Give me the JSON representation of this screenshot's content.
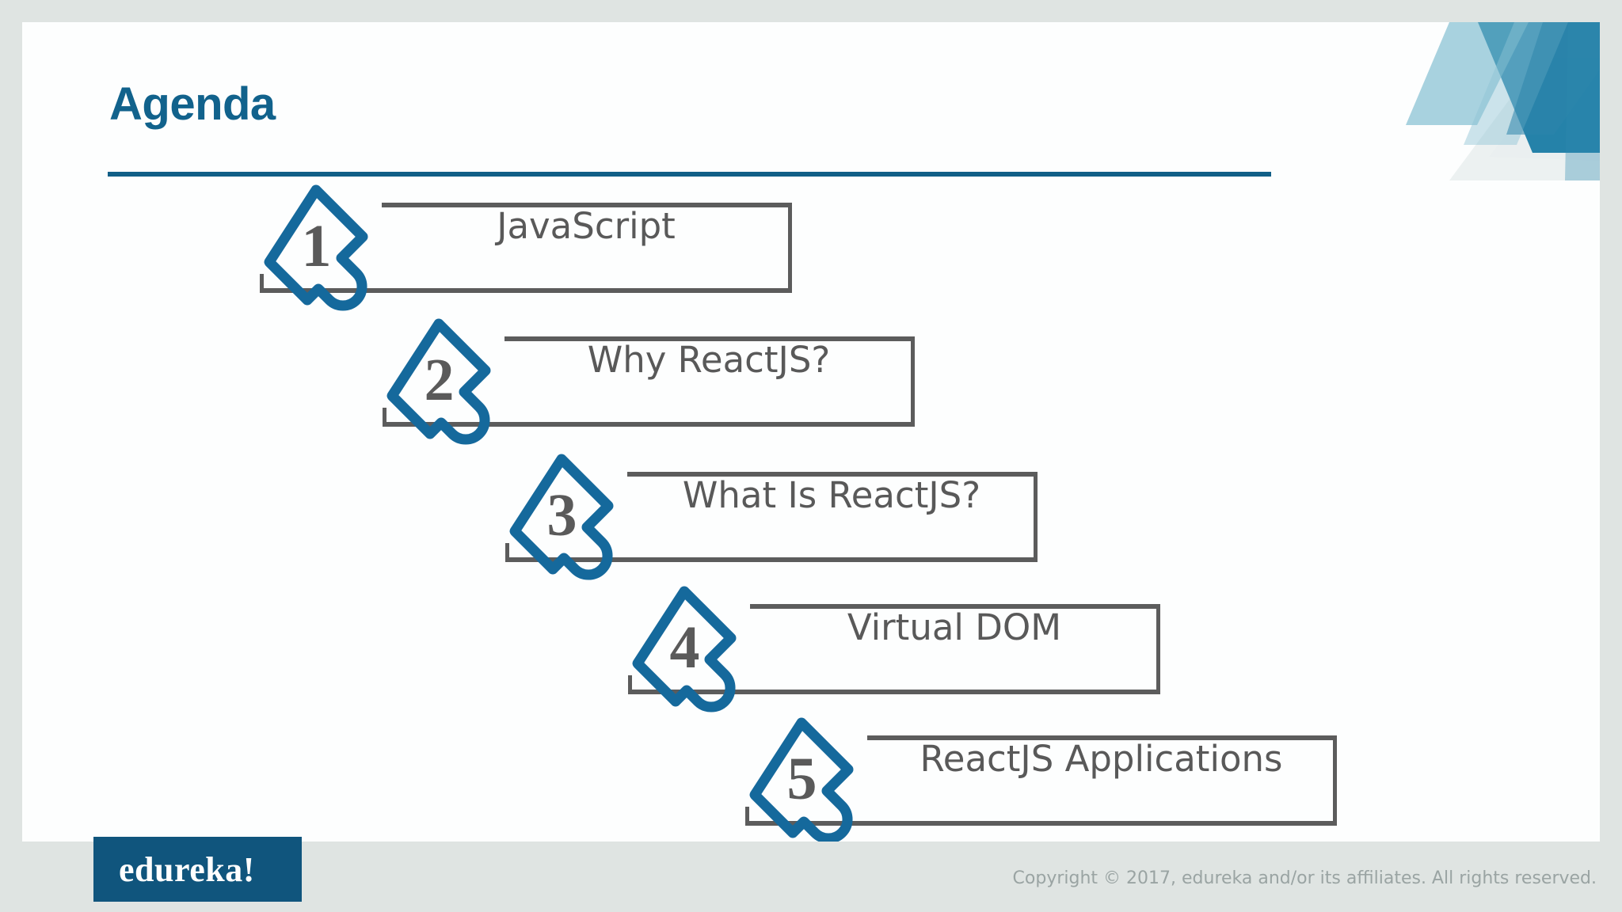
{
  "slide": {
    "title": "Agenda",
    "background_color": "#fdfefe",
    "outer_background_color": "#dfe4e2",
    "accent_color": "#11628c",
    "rule_color": "#115f87",
    "box_line_color": "#5c5c5c",
    "label_text_color": "#595959",
    "number_text_color": "#5a5a5a"
  },
  "decor": {
    "name": "corner-diagonal-ribbons",
    "colors": [
      "#5ba8bf",
      "#1a7ba4",
      "#8fc3d4",
      "#2d85ab",
      "#e7ecec",
      "#f2f5f6"
    ]
  },
  "agenda": {
    "items": [
      {
        "number": "1",
        "label": "JavaScript"
      },
      {
        "number": "2",
        "label": "Why ReactJS?"
      },
      {
        "number": "3",
        "label": "What Is ReactJS?"
      },
      {
        "number": "4",
        "label": "Virtual DOM"
      },
      {
        "number": "5",
        "label": "ReactJS Applications"
      }
    ]
  },
  "footer": {
    "brand": "edureka!",
    "brand_background_color": "#10557d",
    "copyright": "Copyright © 2017, edureka and/or its affiliates. All rights reserved."
  }
}
